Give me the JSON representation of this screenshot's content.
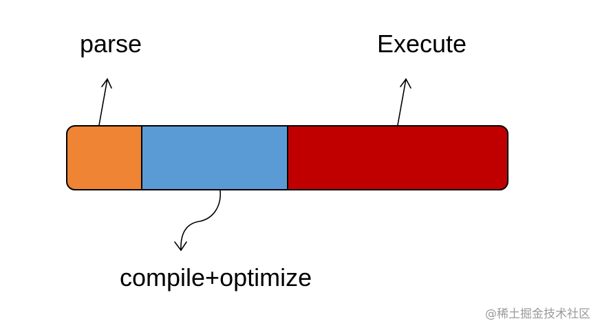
{
  "diagram": {
    "title": "",
    "stages": [
      {
        "name": "parse",
        "color": "#ee8434"
      },
      {
        "name": "compile+optimize",
        "color": "#5b9bd5"
      },
      {
        "name": "Execute",
        "color": "#c00000"
      }
    ]
  },
  "labels": {
    "parse": "parse",
    "compile": "compile+optimize",
    "execute": "Execute"
  },
  "colors": {
    "parse": "#ee8434",
    "compile": "#5b9bd5",
    "execute": "#c00000",
    "outline": "#000000"
  },
  "watermark": {
    "text": "@稀土掘金技术社区"
  }
}
